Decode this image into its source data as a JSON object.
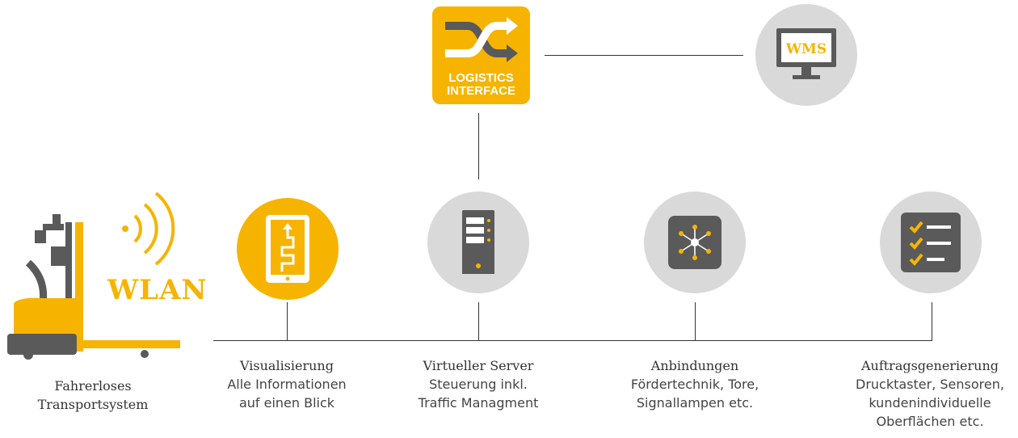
{
  "logistics_interface": {
    "line1": "LOGISTICS",
    "line2": "INTERFACE"
  },
  "wms": {
    "label": "WMS"
  },
  "wlan": {
    "label": "WLAN"
  },
  "nodes": [
    {
      "title": "Fahrerloses",
      "sub1": "Transportsystem",
      "sub2": "",
      "sub3": ""
    },
    {
      "title": "Visualisierung",
      "sub1": "Alle Informationen",
      "sub2": "auf einen Blick",
      "sub3": ""
    },
    {
      "title": "Virtueller Server",
      "sub1": "Steuerung inkl.",
      "sub2": "Traffic Managment",
      "sub3": ""
    },
    {
      "title": "Anbindungen",
      "sub1": "Fördertechnik, Tore,",
      "sub2": "Signallampen etc.",
      "sub3": ""
    },
    {
      "title": "Auftragsgenerierung",
      "sub1": "Drucktaster, Sensoren,",
      "sub2": "kundenindividuelle",
      "sub3": "Oberflächen etc."
    }
  ],
  "colors": {
    "accent": "#f6b400",
    "grey_circle": "#d9d9d9",
    "icon_dark": "#5a5a5a",
    "line": "#333333"
  },
  "icons": {
    "logistics": "crossing-arrows-icon",
    "wms": "monitor-icon",
    "wifi": "wifi-waves-icon",
    "agv": "forklift-robot-icon",
    "tablet": "tablet-route-icon",
    "server": "server-tower-icon",
    "network": "network-hub-icon",
    "checklist": "checklist-icon"
  }
}
